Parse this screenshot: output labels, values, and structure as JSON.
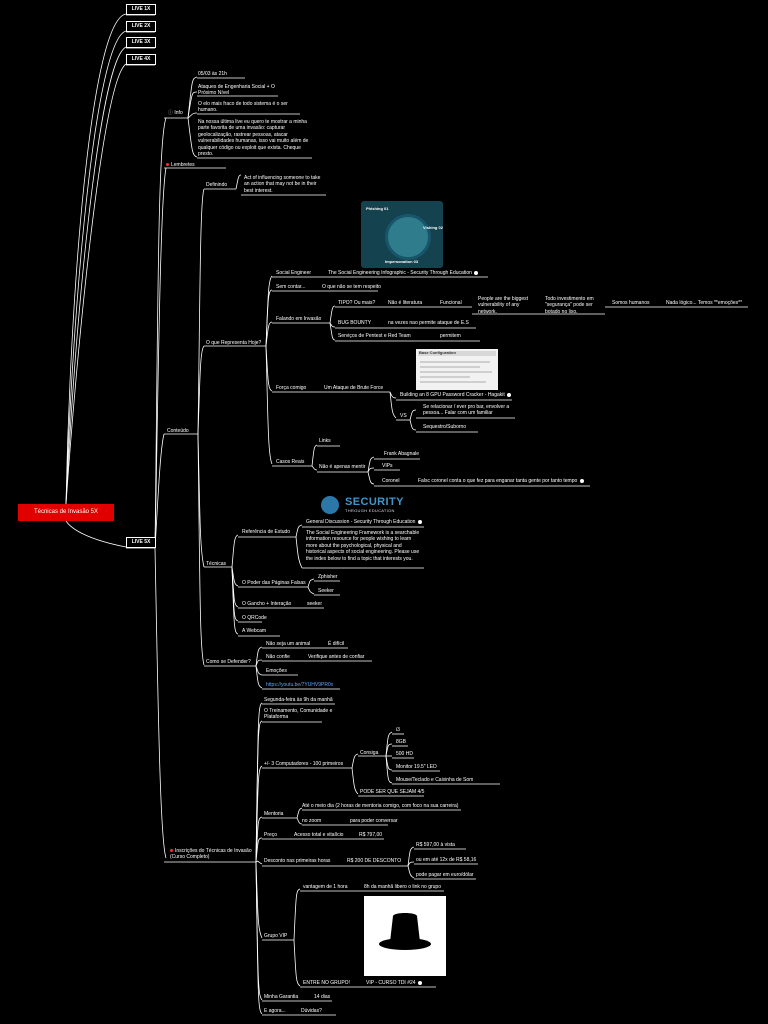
{
  "root": {
    "label": "Técnicas de Invasão 5X"
  },
  "lives": [
    "LIVE 1X",
    "LIVE 2X",
    "LIVE 3X",
    "LIVE 4X",
    "LIVE 5X"
  ],
  "info": {
    "label": "Info",
    "date": "05/03 às 21h",
    "subject": "Ataques de Engenharia Social + O Próximo Nível",
    "desc1": "O elo mais fraco de todo sistema é o ser humano.",
    "desc2": "Na nossa última live eu quero te mostrar a minha parte favorita de uma invasão: capturar geolocalização, rastrear pessoas, atacar vulnerabilidades humanas, isso vai muito além de qualquer código ou exploit que exista. Cheque presto."
  },
  "lembretes": "Lembretes",
  "conteudo": {
    "label": "Conteúdo",
    "definindo": "Definindo",
    "definition": "Act of influencing someone to take an action that may not be in their best interest.",
    "oque": "O que Representa Hoje?",
    "social_engineer": "Social Engineer",
    "infographic": "The Social Engineering Infographic - Security Through Education",
    "sem_contar": "Sem contar...",
    "sem_contar_val": "O que não se tem respeito",
    "falando": "Falando em Invasão",
    "tipo": "TIPO? Ou mais?",
    "nao_literatura": "Não é literatura",
    "funcional": "Funcional",
    "people": "People are the biggest vulnerability of any network.",
    "todo_invest": "Todo investimento em \"segurança\" pode ser botado no lixo.",
    "somos": "Somos humanos",
    "nada_logico": "Nada lógico... Temos **emoções**",
    "bug_bounty": "BUG BOUNTY",
    "bug_bounty_val": " na vezes nao permite ataque de E.S",
    "servicos": "Serviços de Pentest e Red Team",
    "permitem": "permitem",
    "forca": "Força comigo",
    "ataque": "Um Ataque de Brute Force",
    "building": "Building an 8 GPU Password Cracker - Hagakit",
    "shot_title": "Base Configuration",
    "vs": "VS",
    "se_relacionar": "Se relacionar / ever pro bar, envolver a pessoa... Falar com um familiar",
    "sequestro": "Sequestro/Suborno",
    "casos": "Casos Reais",
    "links": "Links",
    "nao_apenas": "Não é apenas mentir",
    "frank": "Frank Abagnale",
    "vips": "VIPs",
    "coronel": "Coronel",
    "falsc": "Falsc coronel conta o que fez para enganar tanta gente por tanto tempo",
    "graphic_labels": [
      "Phishing 01",
      "Vishing 02",
      "Impersonation 03"
    ]
  },
  "tecnicas": {
    "label": "Técnicas",
    "referencia": "Referência de Estudo",
    "general": "General Discussion - Security Through Education",
    "logo_word": "SECURITY",
    "logo_sub": "THROUGH EDUCATION",
    "framework": "The Social Engineering Framework is a searchable information resource for people wishing to learn more about the psychological, physical and historical aspects of social engineering. Please use the index below to find a topic that interests you.",
    "poder": "O Poder das Páginas Falsas",
    "zphisher": "Zphisher",
    "seeker": "Seeker",
    "gancho": "O Gancho + Interação",
    "seeker2": "seeker",
    "qrcode": "O QRCode",
    "webcam": "A Webcam"
  },
  "defender": {
    "label": "Como se Defender?",
    "nao_seja": "Não seja um animal",
    "dificil": "É difícil",
    "nao_confie": "Não confie",
    "verifique": "Verifique antes de confiar",
    "emocoes": "Emoções",
    "link": "https://youtu.be/7YUHV9PR0x"
  },
  "inscricoes": {
    "label": "Inscrições do Técnicas de Invasão (Curso Completo)",
    "segunda": "Segunda-feira às 9h da manhã",
    "treinamento": "O Treinamento, Comunidade e Plataforma",
    "computadores": "+/- 3 Computadores - 100 primeiros",
    "consiga": "Consiga",
    "items": [
      "i3",
      "8GB",
      "500 HD",
      "Monitor 19.5\" LED",
      "Mouse/Teclado e Caixinha de Som"
    ],
    "pode_ser": "PODE SER QUE SEJAM 4/5",
    "mentoria": "Mentoria",
    "mentoria_val": "Até o meio dia (2 horas de mentoria comigo, com foco na sua carreira)",
    "no_zoom": "no zoom",
    "para_poder": "para poder conversar",
    "preco": "Preço",
    "acesso": "Acesso total e vitalício",
    "preco_val": "R$ 797,00",
    "desconto": "Desconto nas primeiras horas",
    "desconto_val": "R$ 200 DE DESCONTO",
    "avista": "R$ 597,00 à vista",
    "parcelado": "ou em até 12x de R$ 58,16",
    "pode_pagar": "pode pagar em euro/dólar",
    "grupo": "Grupo VIP",
    "vantagem": "vantagem de 1 hora",
    "as8": "8h da manhã libero o link no grupo",
    "entre": "ENTRE NO GRUPO!",
    "vip_caption": "VIP - CURSO TDI #24",
    "minha": "Minha Garantia",
    "dias": "14 dias",
    "e_agora": "E agora...",
    "duvidas": "Dúvidas?"
  }
}
